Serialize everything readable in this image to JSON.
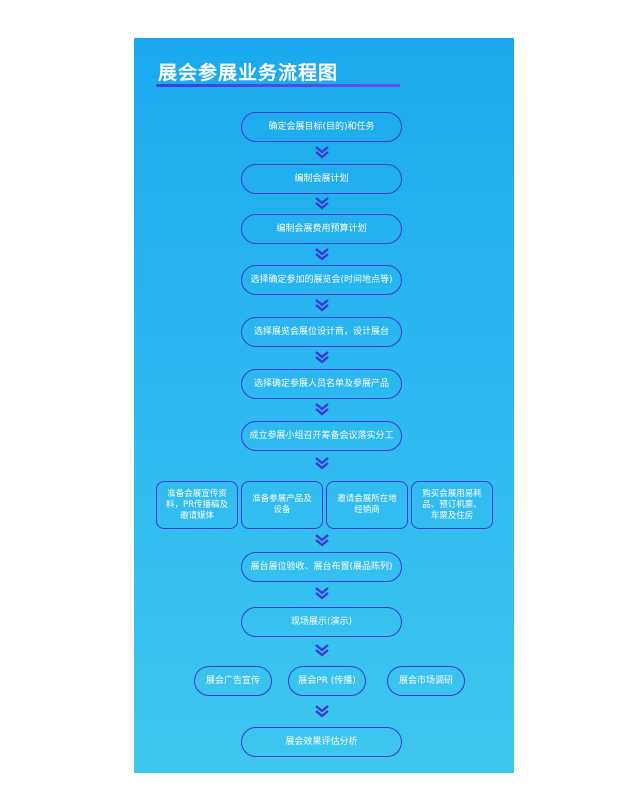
{
  "title": "展会参展业务流程图",
  "steps": [
    "确定会展目标(目的)和任务",
    "编制会展计划",
    "编制会展费用预算计划",
    "选择确定参加的展览会(时间地点等)",
    "选择展览会展位设计商，设计展台",
    "选择确定参展人员名单及参展产品",
    "成立参展小组召开筹备会议落实分工"
  ],
  "parallel_tasks": [
    "准备会展宣传资\n料，PR传播稿及\n邀请媒体",
    "准备参展产品及\n设备",
    "邀请会展所在地\n经销商",
    "购买会展用易耗\n品、预订机票、\n车票及住房"
  ],
  "steps_after": [
    "展台展位验收、展台布置(展品陈列)",
    "现场展示(演示)"
  ],
  "promo_tasks": [
    "展会广告宣传",
    "展会PR (传播)",
    "展会市场调研"
  ],
  "final_step": "展会效果评估分析",
  "colors": {
    "panel": "#2fb6f0",
    "border": "#3b3ad0",
    "arrow": "#3b3ad0",
    "text": "#ffffff"
  }
}
